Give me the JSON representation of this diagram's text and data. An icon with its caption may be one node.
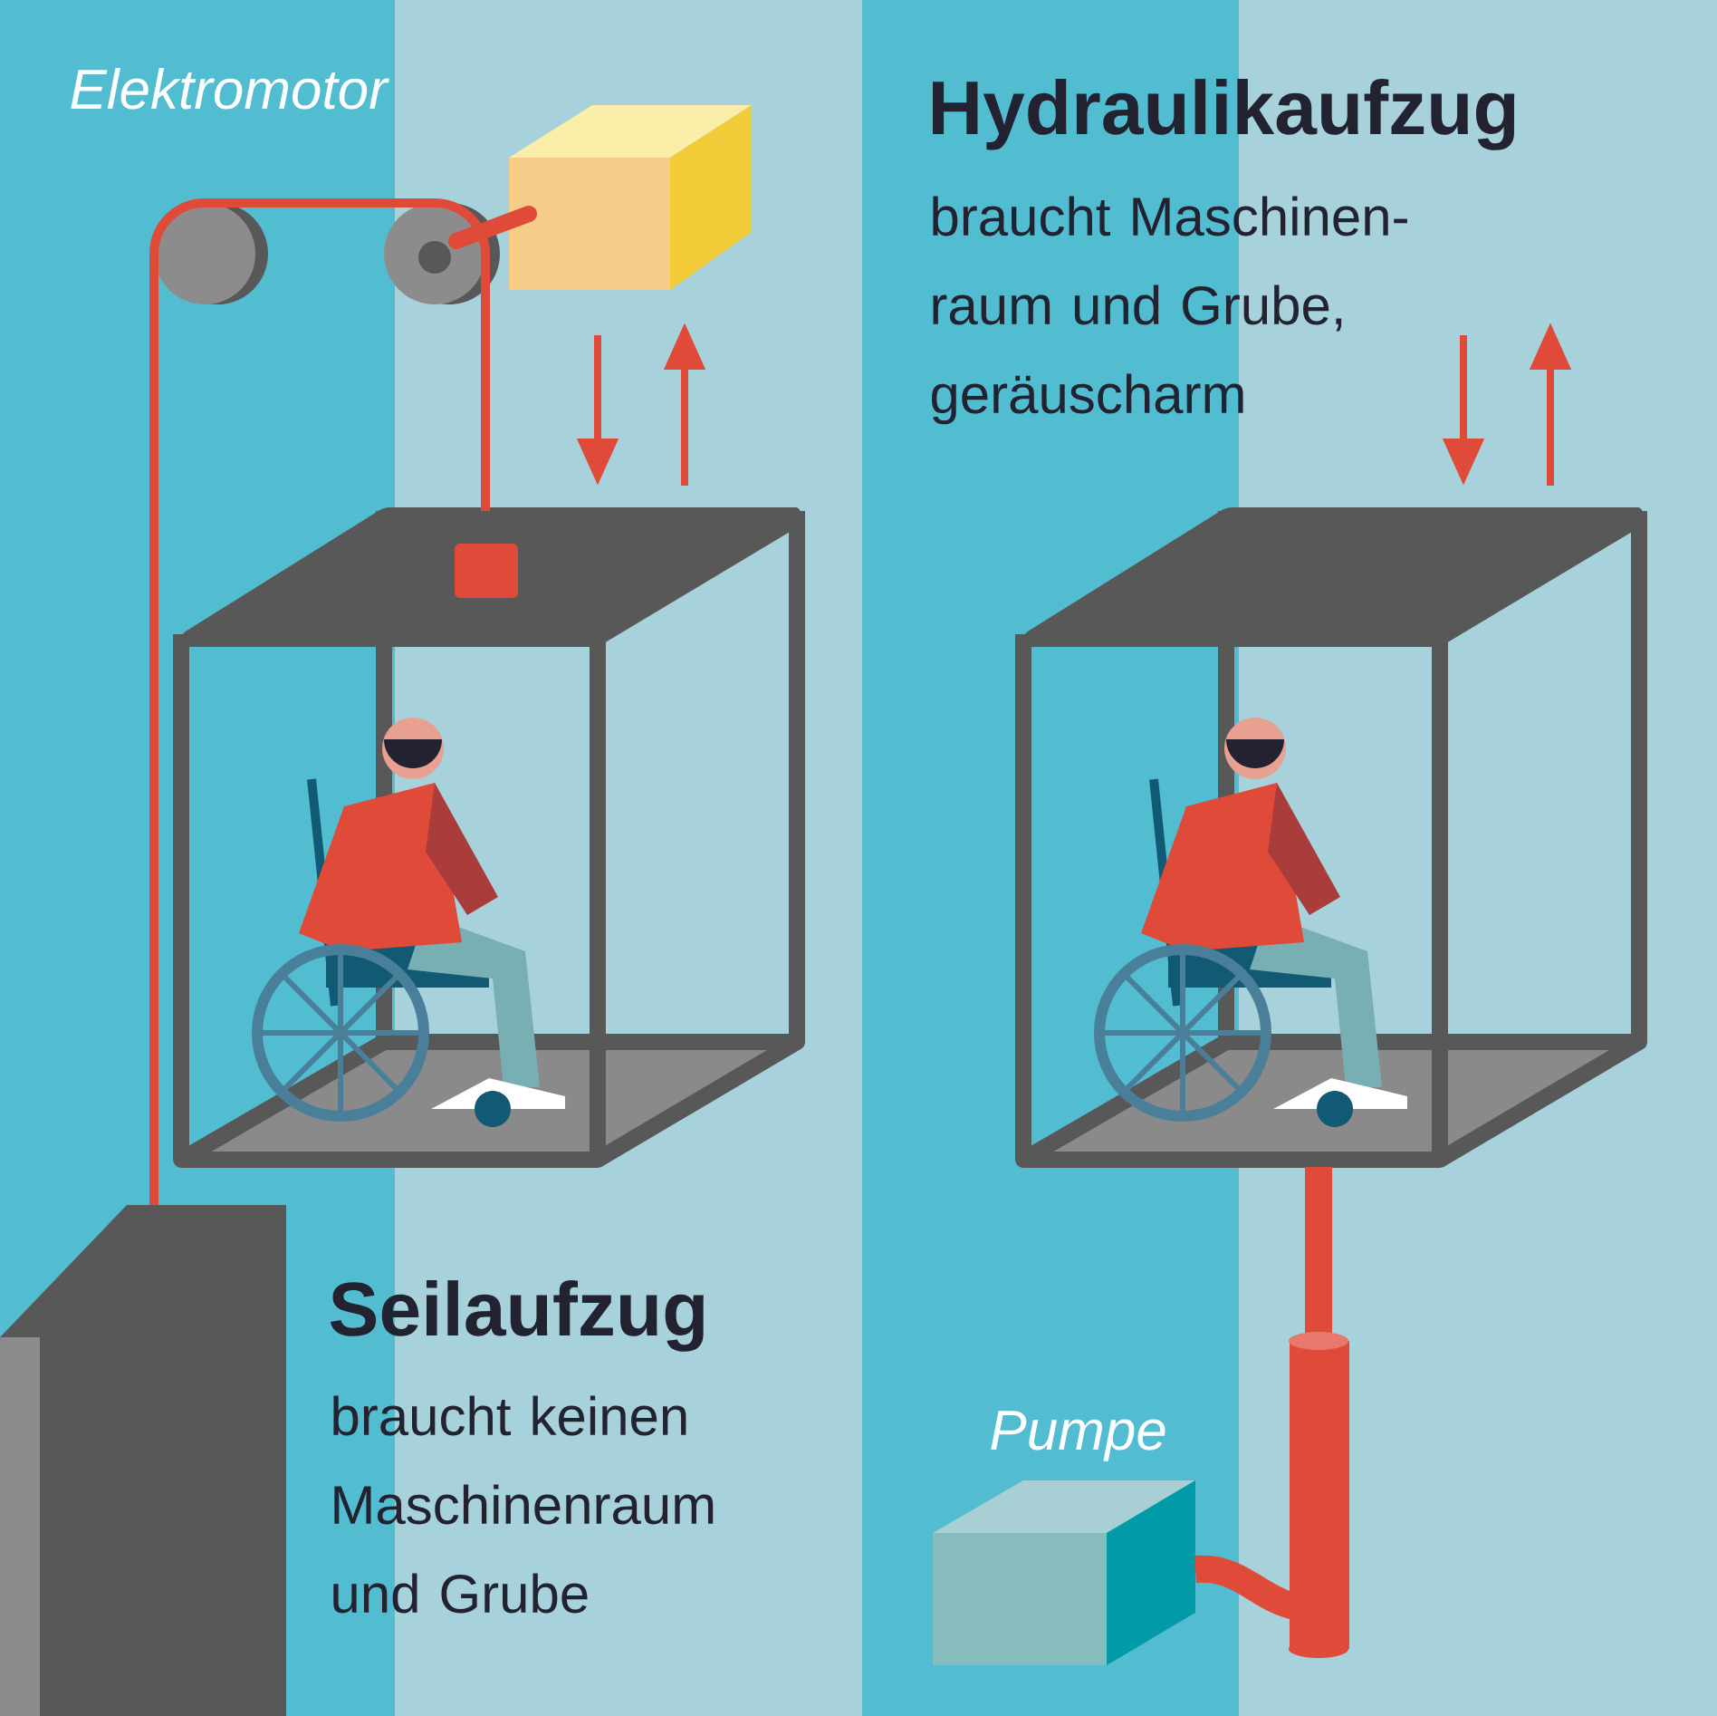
{
  "diagram": {
    "nodes": [
      {
        "text": [],
        "shape": "box"
      },
      {
        "text": [],
        "shape": "box"
      },
      {
        "text": [],
        "shape": "box"
      },
      {
        "text": [
          "Pumpe"
        ]
      },
      {
        "text": [],
        "shape": "box"
      }
    ],
    "edges": [
      {
        "from": 1,
        "to": 2,
        "arrow": "none"
      },
      {
        "from": 3,
        "to": 4,
        "arrow": "none",
        "style": "thick"
      }
    ],
    "labels": [
      "Elektromotor",
      "Hydraulikaufzug",
      "braucht Maschinen- raum und Grube, geräuscharm",
      "Seilaufzug",
      "braucht keinen Maschinenraum und Grube"
    ]
  }
}
